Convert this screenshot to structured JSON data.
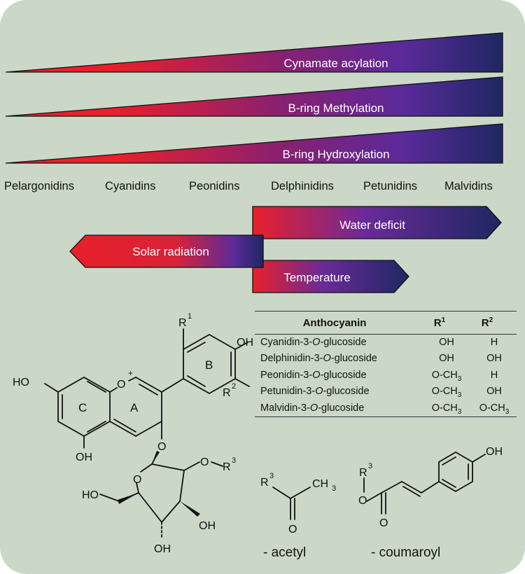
{
  "wedges": [
    {
      "label": "Cynamate acylation"
    },
    {
      "label": "B-ring Methylation"
    },
    {
      "label": "B-ring Hydroxylation"
    }
  ],
  "anthocyanidins": [
    "Pelargonidins",
    "Cyanidins",
    "Peonidins",
    "Delphinidins",
    "Petunidins",
    "Malvidins"
  ],
  "factors": {
    "water": "Water deficit",
    "solar": "Solar radiation",
    "temperature": "Temperature"
  },
  "table": {
    "headers": {
      "name": "Anthocyanin",
      "r1": "R",
      "r1_sup": "1",
      "r2": "R",
      "r2_sup": "2"
    },
    "rows": [
      {
        "prefix": "Cyanidin-3-",
        "o": "O",
        "suffix": "-glucoside",
        "r1": "OH",
        "r2": "H"
      },
      {
        "prefix": "Delphinidin-3-",
        "o": "O",
        "suffix": "-glucoside",
        "r1": "OH",
        "r2": "OH"
      },
      {
        "prefix": "Peonidin-3-",
        "o": "O",
        "suffix": "-glucoside",
        "r1": "O-CH",
        "r1_sub": "3",
        "r2": "H"
      },
      {
        "prefix": "Petunidin-3-",
        "o": "O",
        "suffix": "-glucoside",
        "r1": "O-CH",
        "r1_sub": "3",
        "r2": "OH"
      },
      {
        "prefix": "Malvidin-3-",
        "o": "O",
        "suffix": "-glucoside",
        "r1": "O-CH",
        "r1_sub": "3",
        "r2": "O-CH",
        "r2_sub": "3"
      }
    ]
  },
  "structure": {
    "ho_left": "HO",
    "oh_bottom": "OH",
    "o_plus": "O",
    "plus": "+",
    "ring_a": "A",
    "ring_b": "B",
    "ring_c": "C",
    "r1": "R",
    "r1_sup": "1",
    "oh_b": "OH",
    "r2": "R",
    "r2_sup": "2",
    "o_link": "O",
    "o_sugar": "O",
    "o_r3": "O",
    "r3": "R",
    "r3_sup": "3",
    "ho_ch2": "HO",
    "oh_4": "OH",
    "oh_3": "OH"
  },
  "acetyl": {
    "r3": "R",
    "r3_sup": "3",
    "ch3": "CH",
    "ch3_sub": "3",
    "o": "O",
    "name": "- acetyl"
  },
  "coumaroyl": {
    "r3": "R",
    "r3_sup": "3",
    "o_ester": "O",
    "o_carbonyl": "O",
    "oh": "OH",
    "name": "- coumaroyl"
  },
  "colors": {
    "background": "#cbd8c8",
    "red": "#e8202a",
    "purple": "#5a2a9a",
    "navy": "#1e2762"
  }
}
